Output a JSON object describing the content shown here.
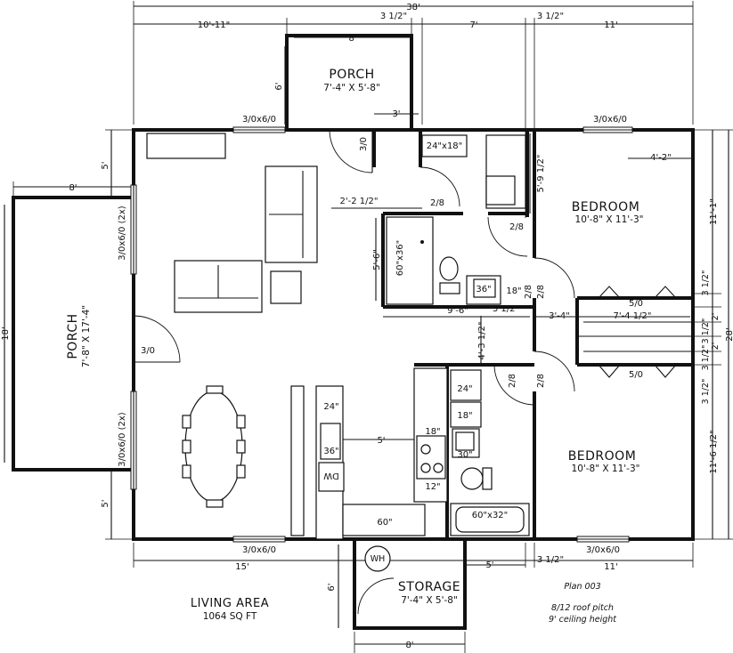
{
  "dimensions": {
    "overall_width": "38'",
    "top_left": "10'-11\"",
    "porch_top_width": "8'",
    "top_gap_left": "3 1/2\"",
    "top_middle": "7'",
    "top_gap_right": "3 1/2\"",
    "top_right": "11'",
    "porch_top_depth": "6'",
    "porch_door_offset": "3'",
    "left_porch_width": "8'",
    "left_top_offset": "5'",
    "left_overall": "18'",
    "left_bottom_offset": "5'",
    "hall_width": "2'-2 1/2\"",
    "bath_width": "9'-6\"",
    "bath_depth": "5'-6\"",
    "closet_depth": "5'-9 1/2\"",
    "closet_gap": "3 1/2\"",
    "hall_closet": "3'-4\"",
    "bedroom_closet": "7'-4 1/2\"",
    "kitchen_depth": "4'-3 1/2\"",
    "kitchen_island": "5'",
    "right_offset": "4'-2\"",
    "right_top": "11'-1\"",
    "right_gap_a": "3 1/2\"",
    "right_gap_b": "3 1/2\"",
    "right_gap_c": "2'",
    "right_gap_d": "2'",
    "right_gap_e": "3 1/2\"",
    "right_gap_f": "3 1/2\"",
    "right_overall": "28'",
    "right_bottom": "11'-6 1/2\"",
    "bottom_left": "15'",
    "bottom_gap": "3 1/2\"",
    "bottom_right": "11'",
    "storage_offset": "5'",
    "storage_depth": "6'",
    "storage_width": "8'"
  },
  "rooms": {
    "porch_top": {
      "name": "PORCH",
      "size": "7'-4\" X 5'-8\""
    },
    "porch_left": {
      "name": "PORCH",
      "size": "7'-8\" X 17'-4\""
    },
    "bedroom_top": {
      "name": "BEDROOM",
      "size": "10'-8\" X 11'-3\""
    },
    "bedroom_bottom": {
      "name": "BEDROOM",
      "size": "10'-8\" X 11'-3\""
    },
    "storage": {
      "name": "STORAGE",
      "size": "7'-4\" X 5'-8\""
    }
  },
  "labels": {
    "window_top_left": "3/0x6/0",
    "window_top_right": "3/0x6/0",
    "window_bottom_left": "3/0x6/0",
    "window_bottom_right": "3/0x6/0",
    "window_left_top": "3/0x6/0 (2x)",
    "window_left_bottom": "3/0x6/0 (2x)",
    "door_porch": "3/0",
    "door_left": "3/0",
    "door_hall": "2/8",
    "door_bath": "2/8",
    "door_bed_top": "2/8",
    "door_bed_bottom": "2/8",
    "door_bath2": "2/8",
    "door_bath3": "2/8",
    "closet_door_top": "5/0",
    "closet_door_bottom": "5/0",
    "fixture_laundry": "24\"x18\"",
    "fixture_shower": "60\"x36\"",
    "fixture_sink": "36\"",
    "fixture_vanity_side": "18\"",
    "fixture_24": "24\"",
    "fixture_18a": "18\"",
    "fixture_18b": "18\"",
    "fixture_island_24": "24\"",
    "fixture_island_36": "36\"",
    "fixture_dw": "DW",
    "fixture_30": "30\"",
    "fixture_12": "12\"",
    "fixture_60": "60\"",
    "fixture_tub": "60\"x32\"",
    "fixture_wh": "WH"
  },
  "notes": {
    "living_area": "LIVING AREA",
    "living_sqft": "1064 SQ FT",
    "plan": "Plan 003",
    "roof": "8/12 roof pitch",
    "ceiling": "9' ceiling height"
  }
}
